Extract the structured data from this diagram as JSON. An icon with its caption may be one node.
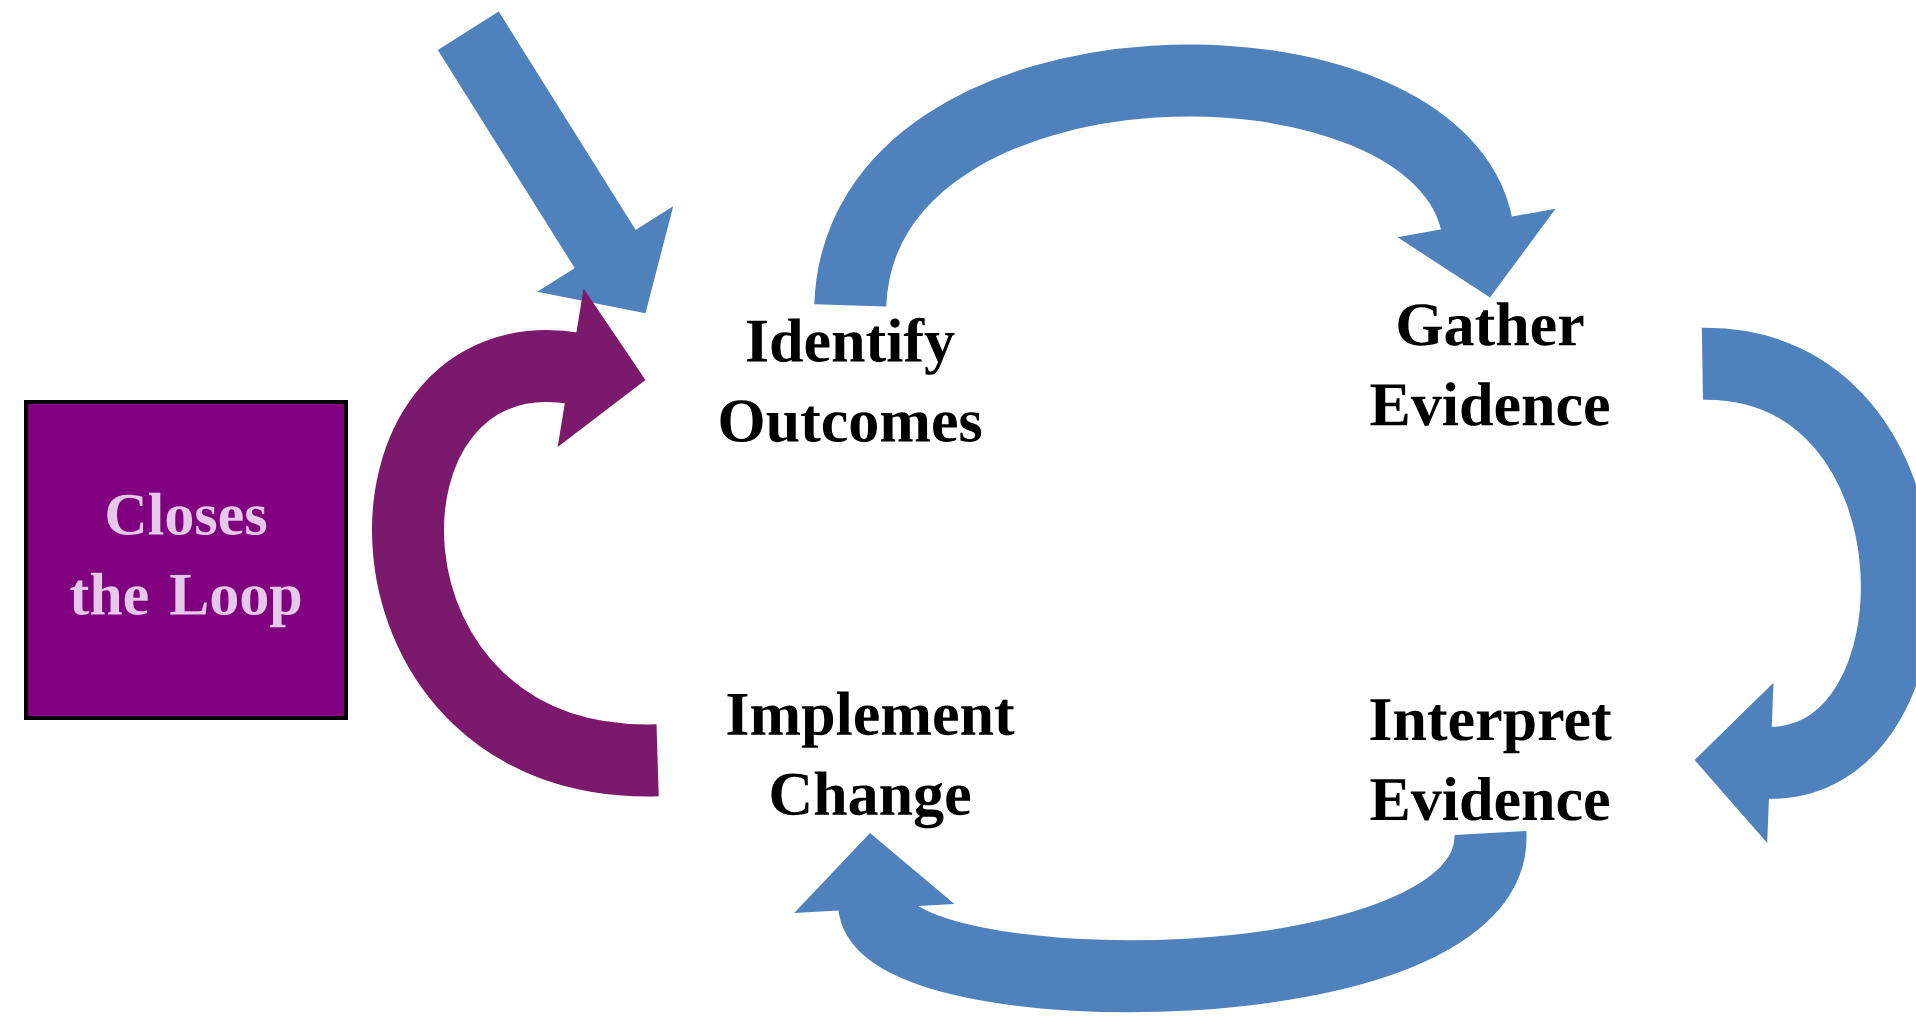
{
  "diagram": {
    "nodes": [
      {
        "text": [
          "Identify Outcomes"
        ]
      },
      {
        "text": [
          "Gather Evidence"
        ]
      },
      {
        "text": [
          "Interpret Evidence"
        ]
      },
      {
        "text": [
          "Implement Change"
        ]
      },
      {
        "text": [
          "Closes the Loop"
        ]
      }
    ],
    "edges": [
      {
        "from": null,
        "to": 0,
        "arrow": "to"
      },
      {
        "from": 0,
        "to": 1,
        "arrow": "to"
      },
      {
        "from": 1,
        "to": 2,
        "arrow": "to"
      },
      {
        "from": 2,
        "to": 3,
        "arrow": "to"
      },
      {
        "from": 3,
        "to": 0,
        "arrow": "to",
        "color": "#7b1a6c"
      }
    ]
  }
}
